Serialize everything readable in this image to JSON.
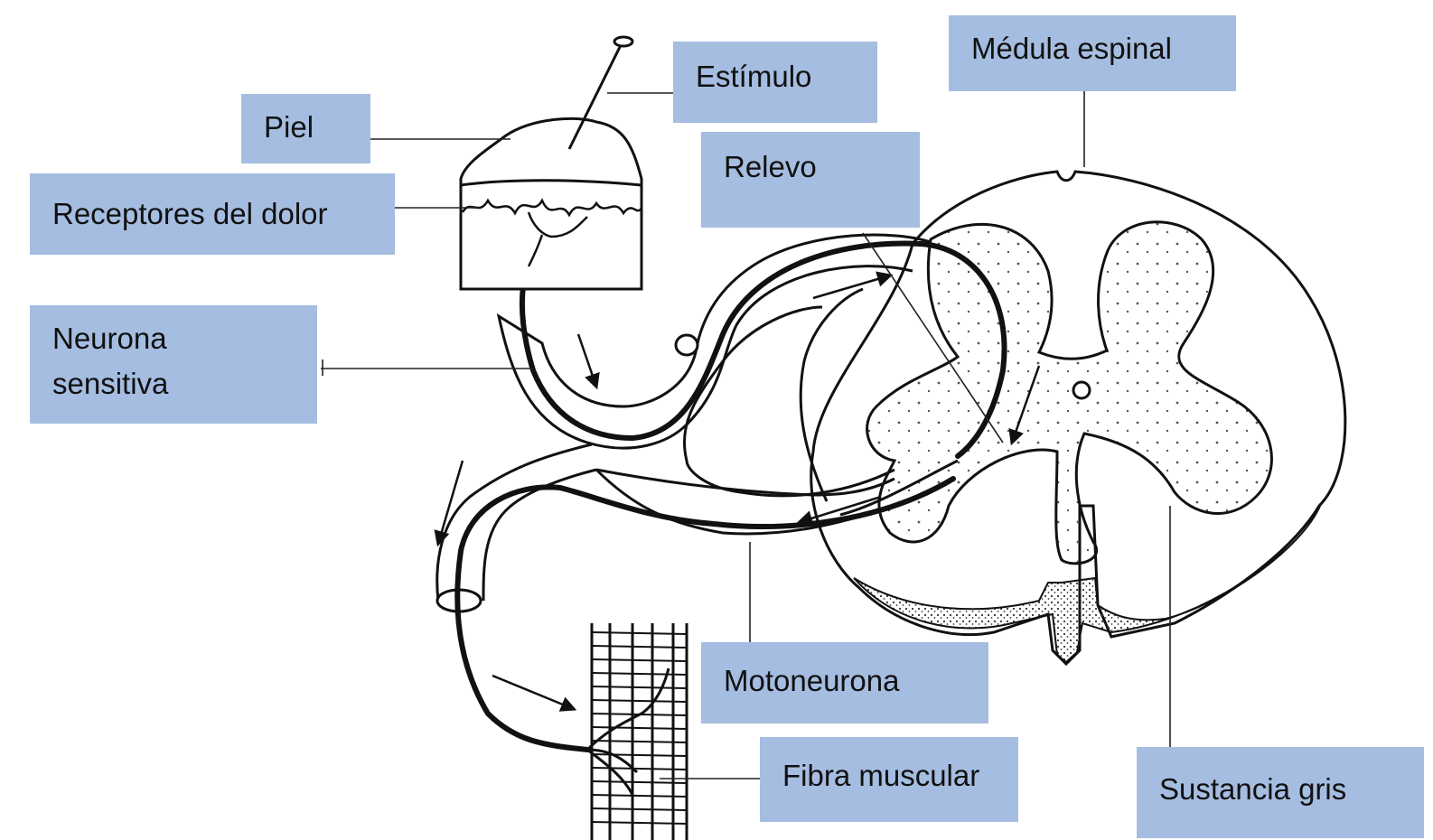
{
  "labels": {
    "estimulo": "Estímulo",
    "medula_espinal": "Médula espinal",
    "piel": "Piel",
    "relevo": "Relevo",
    "receptores_del_dolor": "Receptores del dolor",
    "neurona_sensitiva_line1": "Neurona",
    "neurona_sensitiva_line2": "sensitiva",
    "motoneurona": "Motoneurona",
    "fibra_muscular": "Fibra muscular",
    "sustancia_gris": "Sustancia gris"
  },
  "colors": {
    "label_background": "#a5bde0",
    "line": "#111111",
    "gray_matter_dots": "#555555"
  }
}
